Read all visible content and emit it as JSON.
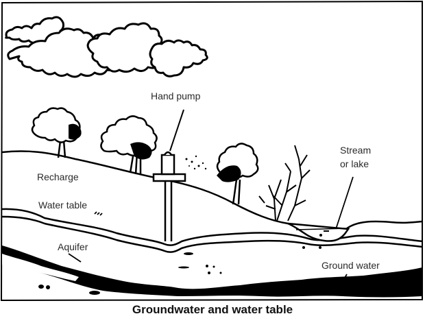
{
  "diagram": {
    "title": "Groundwater and water table",
    "labels": {
      "hand_pump": "Hand pump",
      "recharge": "Recharge",
      "water_table": "Water table",
      "aquifer": "Aquifer",
      "stream_line1": "Stream",
      "stream_line2": "or lake",
      "ground_water": "Ground water"
    },
    "elements": [
      "clouds",
      "trees",
      "hand-pump",
      "bush",
      "stream-or-lake",
      "water-table-layer",
      "aquifer-rock-layer"
    ],
    "colors": {
      "ink": "#000000",
      "label": "#2a2a2a",
      "background": "#ffffff"
    }
  }
}
